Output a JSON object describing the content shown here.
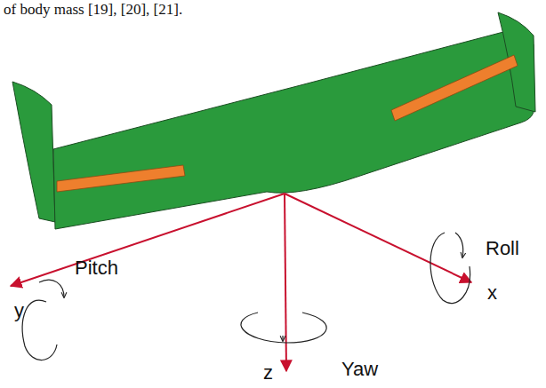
{
  "diagram": {
    "labels": [
      "of body mass [19], [20], [21].",
      "y",
      "Pitch",
      "Roll",
      "x",
      "z",
      "Yaw"
    ]
  }
}
